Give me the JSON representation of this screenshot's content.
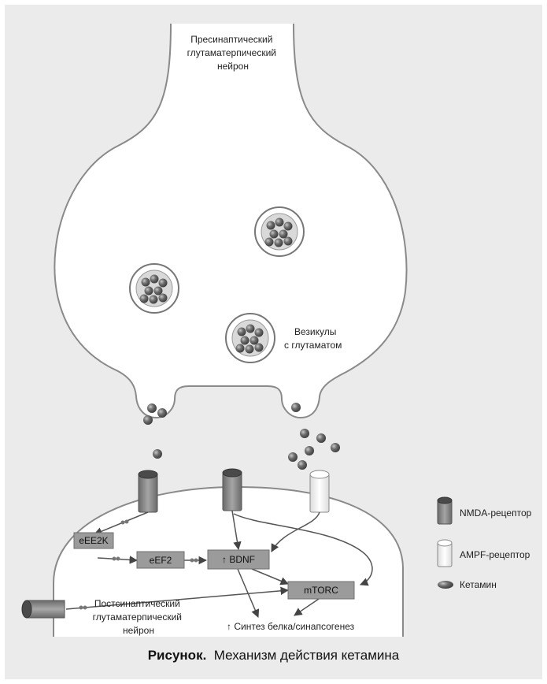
{
  "labels": {
    "presynaptic": [
      "Пресинаптический",
      "глутаматерпический",
      "нейрон"
    ],
    "vesicles": [
      "Везикулы",
      "с глутаматом"
    ],
    "postsynaptic": [
      "Постсинаптический",
      "глутаматерпический",
      "нейрон"
    ],
    "synthesis": "↑ Синтез белка/синапсогенез"
  },
  "boxes": {
    "eee2k": "eEE2K",
    "eef2": "eEF2",
    "bdnf": "↑ BDNF",
    "mtorc": "mTORC"
  },
  "legend": {
    "nmda": "NMDA-рецептор",
    "ampa": "AMPF-рецептор",
    "ketamine": "Кетамин"
  },
  "caption": {
    "bold": "Рисунок.",
    "text": "Механизм действия кетамина"
  },
  "colors": {
    "panel": "#ebebeb",
    "membrane": "#8a8a8a",
    "receptor": "#7f7f7f",
    "ampa": "#f4f4f4",
    "box": "#9b9b9b",
    "glutamate": "#555555"
  }
}
